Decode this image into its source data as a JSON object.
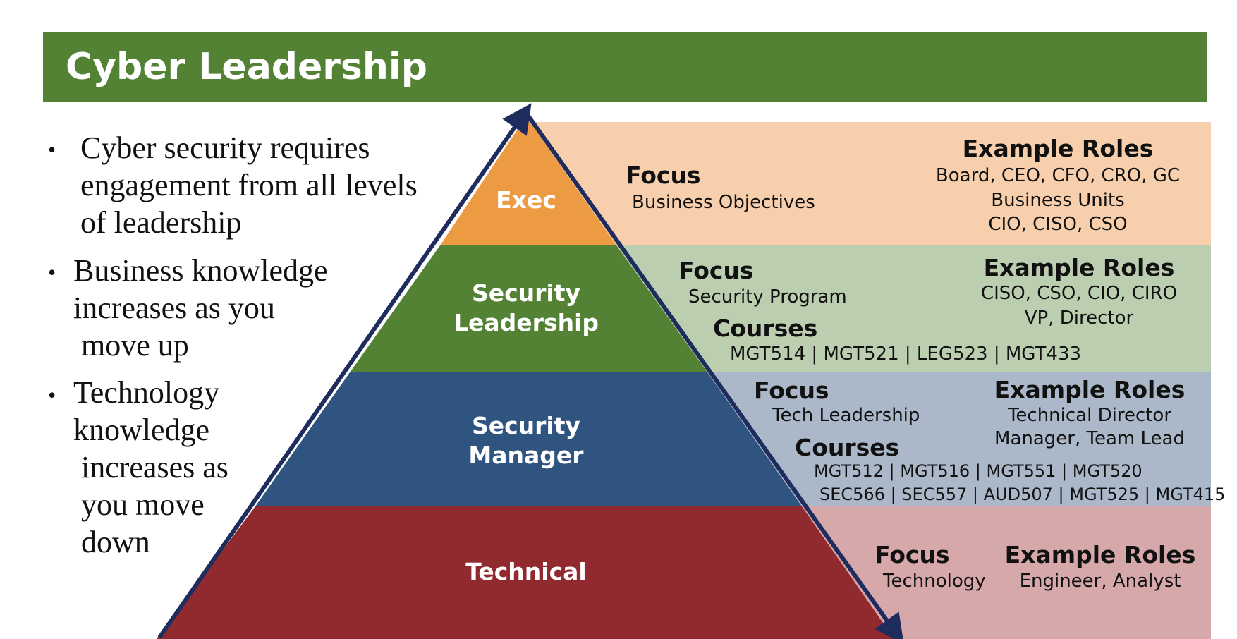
{
  "title": "Cyber Leadership",
  "colors": {
    "title_bar": "#548235",
    "exec_fill": "#ED9B42",
    "exec_band": "#F8CFAC",
    "leadership_fill": "#548235",
    "leadership_band": "#BBCFB0",
    "manager_fill": "#2F5480",
    "manager_band": "#ABB8C9",
    "technical_fill": "#902A2E",
    "technical_band": "#D6A8AA",
    "arrow": "#1F2D5E"
  },
  "bullets": [
    {
      "marker": "•",
      "lines": [
        "Cyber security requires",
        "engagement from all levels",
        "of leadership"
      ]
    },
    {
      "marker": "•",
      "lines": [
        "Business knowledge",
        "increases as you",
        " move up"
      ]
    },
    {
      "marker": "•",
      "lines": [
        "Technology",
        "knowledge",
        " increases as",
        " you move",
        " down"
      ]
    }
  ],
  "tiers": [
    {
      "id": "exec",
      "label_lines": [
        "Exec"
      ],
      "focus_header": "Focus",
      "focus": "Business Objectives",
      "roles_header": "Example Roles",
      "roles": [
        "Board, CEO, CFO, CRO, GC",
        "Business Units",
        "CIO, CISO, CSO"
      ]
    },
    {
      "id": "security-leadership",
      "label_lines": [
        "Security",
        "Leadership"
      ],
      "focus_header": "Focus",
      "focus": "Security Program",
      "courses_header": "Courses",
      "courses": [
        "MGT514 | MGT521 | LEG523 | MGT433"
      ],
      "roles_header": "Example Roles",
      "roles": [
        "CISO, CSO, CIO, CIRO",
        "VP, Director"
      ]
    },
    {
      "id": "security-manager",
      "label_lines": [
        "Security",
        "Manager"
      ],
      "focus_header": "Focus",
      "focus": "Tech Leadership",
      "courses_header": "Courses",
      "courses": [
        "MGT512 | MGT516 | MGT551 | MGT520",
        "SEC566 | SEC557 | AUD507 | MGT525 | MGT415"
      ],
      "roles_header": "Example Roles",
      "roles": [
        "Technical Director",
        "Manager, Team Lead"
      ]
    },
    {
      "id": "technical",
      "label_lines": [
        "Technical"
      ],
      "focus_header": "Focus",
      "focus": "Technology",
      "roles_header": "Example Roles",
      "roles": [
        "Engineer, Analyst"
      ]
    }
  ]
}
